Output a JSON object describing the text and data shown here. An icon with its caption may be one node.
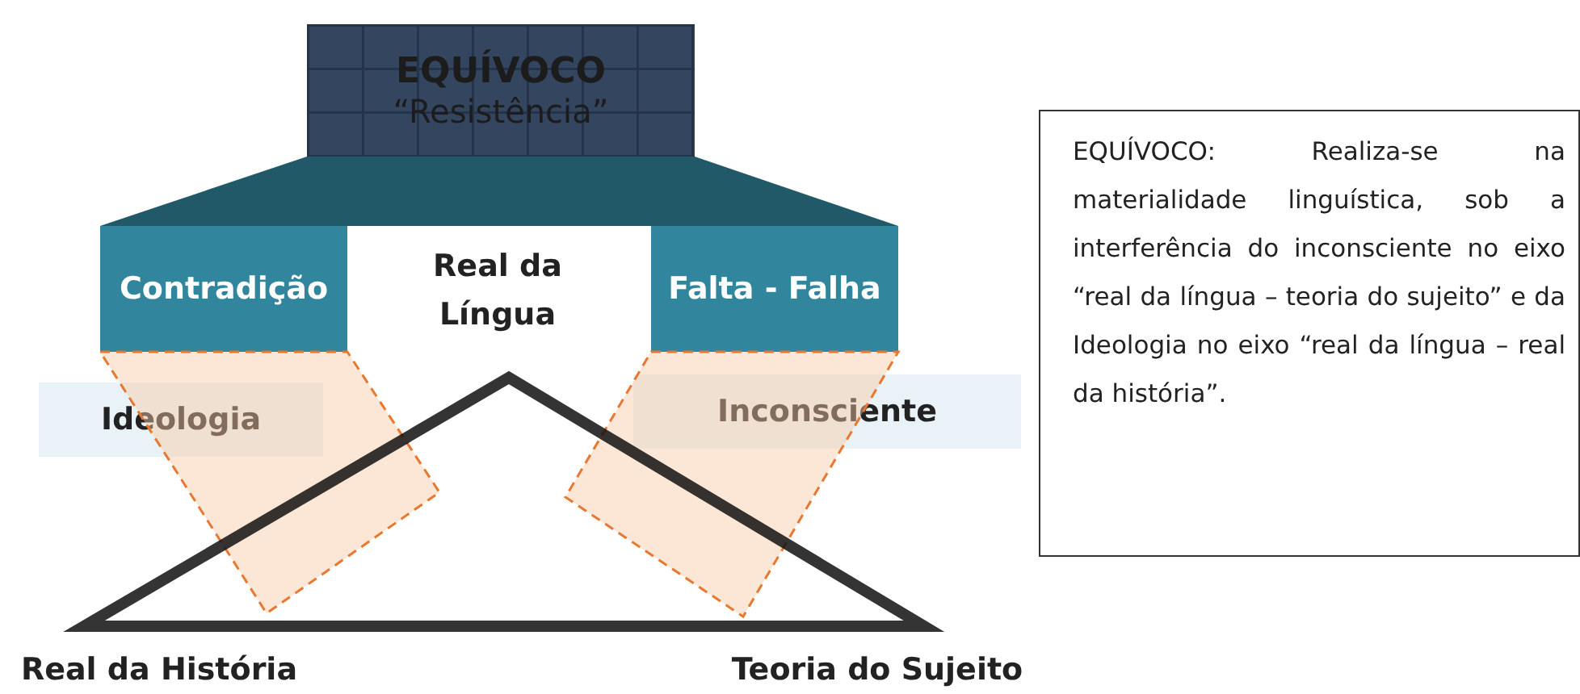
{
  "diagram": {
    "nodes": [
      {
        "text": [
          "EQUÍVOCO",
          "“Resistência”"
        ]
      },
      {
        "text": [
          "Contradição"
        ]
      },
      {
        "text": [
          "Falta - Falha"
        ]
      },
      {
        "text": [
          "Ideologia"
        ]
      },
      {
        "text": [
          "Inconsciente"
        ]
      },
      {
        "text": [
          "EQUÍVOCO: Realiza-se na materialidade linguística, sob a interferência do inconsciente no eixo “real da língua – teoria do sujeito” e da Ideologia no eixo “real da língua – real da história”."
        ]
      },
      {
        "text": [],
        "shape": "band"
      }
    ],
    "edges": [],
    "labels": [
      "Real da Língua",
      "Real da História",
      "Teoria do Sujeito"
    ]
  }
}
